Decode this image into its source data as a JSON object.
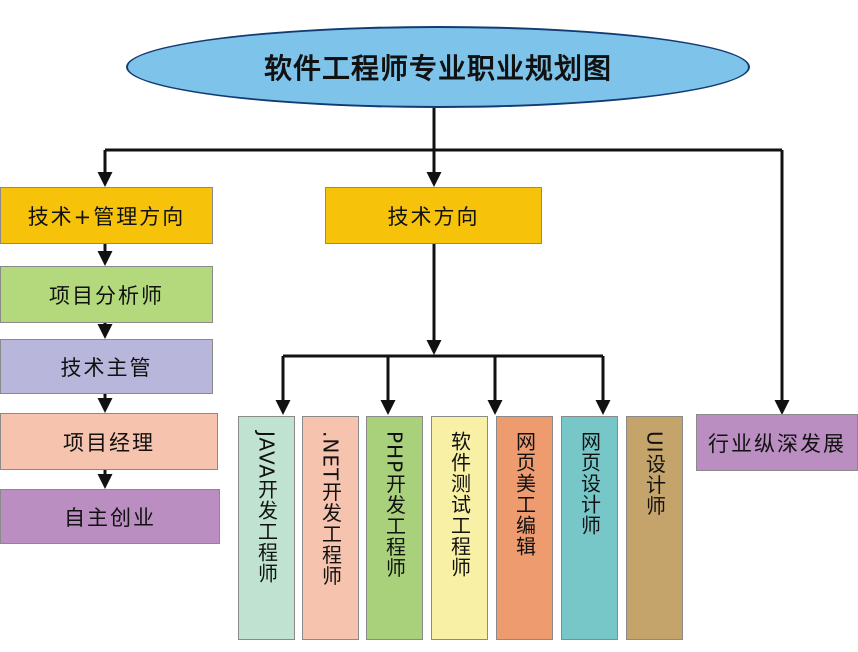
{
  "title": "软件工程师专业职业规划图",
  "branches": {
    "tech_management": "技术+管理方向",
    "tech": "技术方向",
    "industry": "行业纵深发展"
  },
  "management_path": [
    "项目分析师",
    "技术主管",
    "项目经理",
    "自主创业"
  ],
  "tech_roles": [
    "JAVA开发工程师",
    ".NET开发工程师",
    "PHP开发工程师",
    "软件测试工程师",
    "网页美工编辑",
    "网页设计师",
    "UI设计师"
  ],
  "colors": {
    "ellipse": "#7ec3ea",
    "branch": "#f6c20a",
    "analyst": "#b4d97c",
    "supervisor": "#b9b6db",
    "manager": "#f5c3ae",
    "startup": "#bb8ec2",
    "java": "#bfe3d0",
    "dotnet": "#f5c3ae",
    "php": "#a9d07b",
    "test": "#f8f0a4",
    "web_art": "#ee9b70",
    "web_design": "#78c7c8",
    "ui": "#c4a46a",
    "industry": "#bb8ec2",
    "lines": "#111111"
  }
}
